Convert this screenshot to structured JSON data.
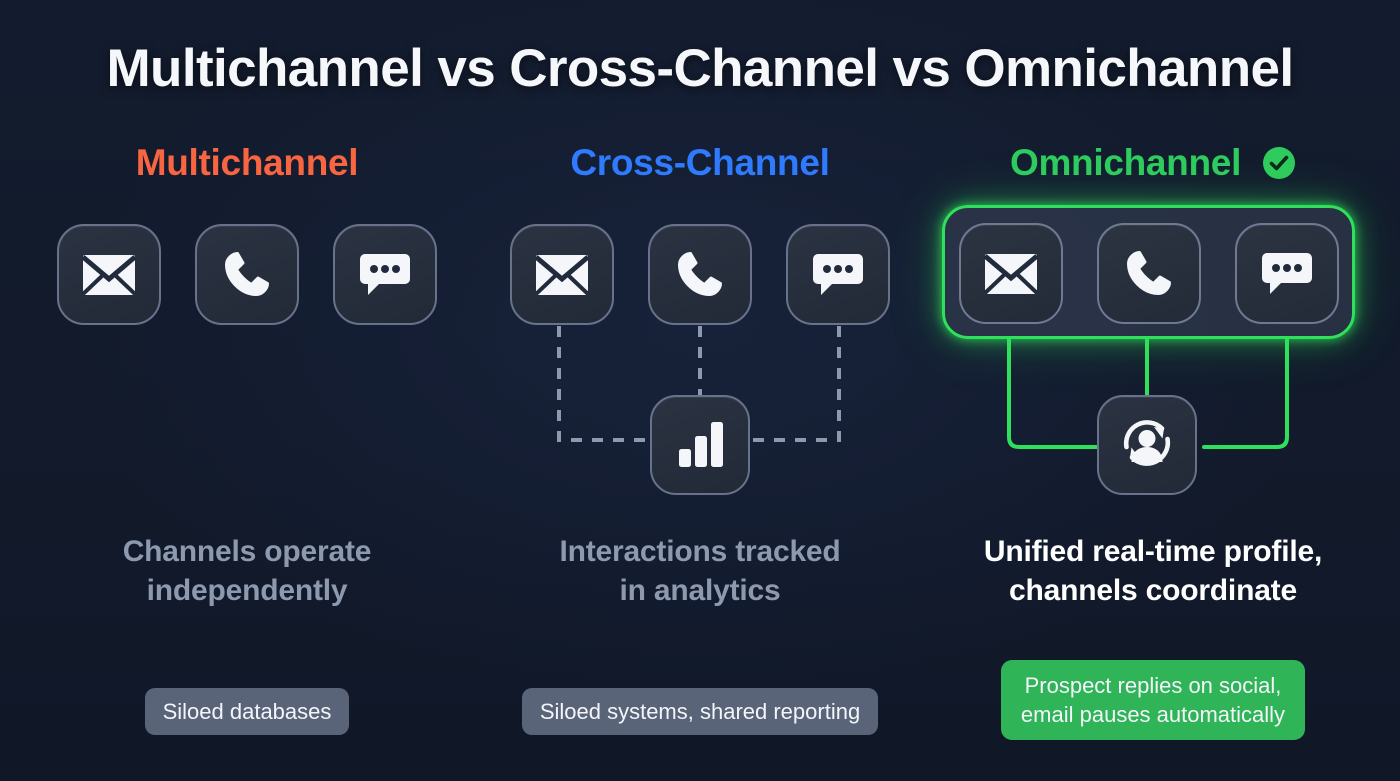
{
  "title": "Multichannel vs Cross-Channel vs Omnichannel",
  "colors": {
    "background": "#131c2e",
    "multichannel": "#f96541",
    "cross_channel": "#2f7bff",
    "omnichannel": "#2ecc5e",
    "tile_border": "#68728a",
    "tile_fill": "#262e3c",
    "icon": "#f4f6fa",
    "dashed_connector": "#8d99ae",
    "solid_connector": "#2fe05a",
    "caption_muted": "#8d99ae",
    "caption_bright": "#ffffff",
    "pill_gray": "#5a6478",
    "pill_green": "#2fb457"
  },
  "columns": [
    {
      "id": "multichannel",
      "heading": "Multichannel",
      "heading_color": "#f96541",
      "has_check_badge": false,
      "check_badge_icon": "",
      "channels": [
        {
          "icon": "envelope-icon",
          "label": "Email"
        },
        {
          "icon": "phone-icon",
          "label": "Phone"
        },
        {
          "icon": "chat-bubble-icon",
          "label": "Chat"
        }
      ],
      "hub": null,
      "connector_style": "none",
      "caption": "Channels operate\nindependently",
      "caption_style": "muted",
      "pill": {
        "text": "Siloed databases",
        "style": "gray"
      }
    },
    {
      "id": "cross-channel",
      "heading": "Cross-Channel",
      "heading_color": "#2f7bff",
      "has_check_badge": false,
      "check_badge_icon": "",
      "channels": [
        {
          "icon": "envelope-icon",
          "label": "Email"
        },
        {
          "icon": "phone-icon",
          "label": "Phone"
        },
        {
          "icon": "chat-bubble-icon",
          "label": "Chat"
        }
      ],
      "hub": {
        "icon": "bar-chart-icon",
        "label": "Analytics"
      },
      "connector_style": "dashed",
      "caption": "Interactions tracked\nin analytics",
      "caption_style": "muted",
      "pill": {
        "text": "Siloed systems, shared reporting",
        "style": "gray"
      }
    },
    {
      "id": "omnichannel",
      "heading": "Omnichannel",
      "heading_color": "#2ecc5e",
      "has_check_badge": true,
      "check_badge_icon": "circle-check-icon",
      "channels": [
        {
          "icon": "envelope-icon",
          "label": "Email"
        },
        {
          "icon": "phone-icon",
          "label": "Phone"
        },
        {
          "icon": "chat-bubble-icon",
          "label": "Chat"
        }
      ],
      "hub": {
        "icon": "profile-sync-icon",
        "label": "Unified profile"
      },
      "connector_style": "solid-green",
      "caption": "Unified real-time profile,\nchannels coordinate",
      "caption_style": "bright",
      "pill": {
        "text": "Prospect replies on social,\nemail pauses automatically",
        "style": "green"
      }
    }
  ]
}
